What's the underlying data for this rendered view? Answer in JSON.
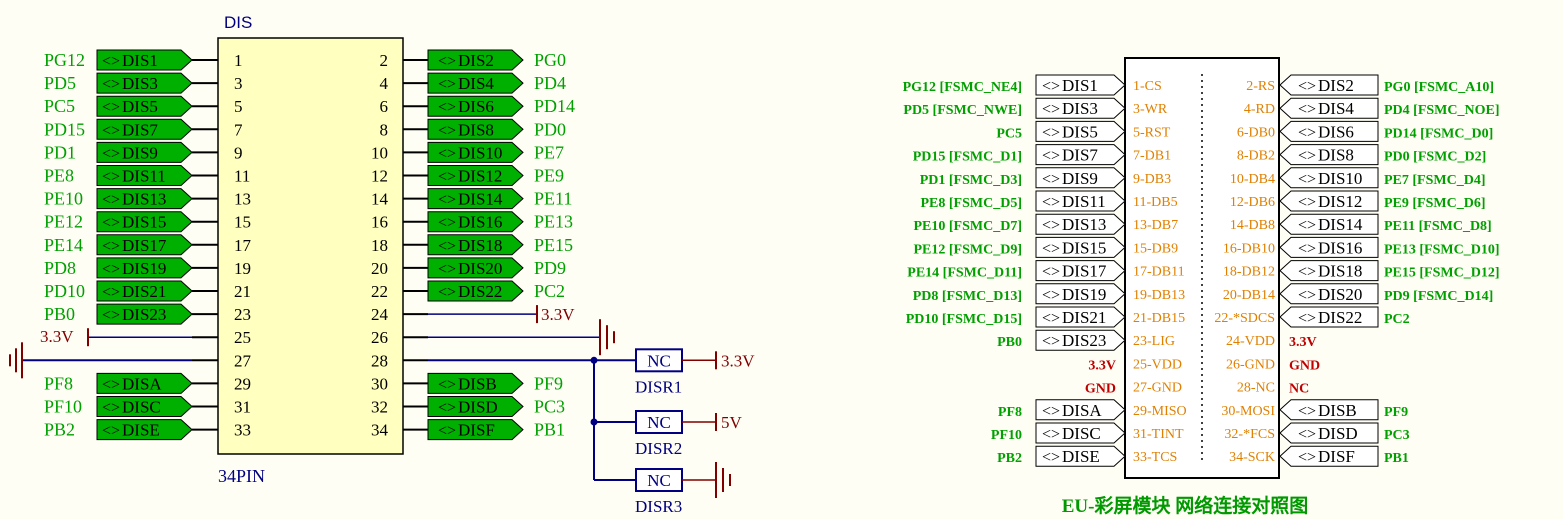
{
  "left": {
    "title": "DIS",
    "footer": "34PIN",
    "rows": [
      {
        "lp": "1",
        "rp": "2",
        "ln": "PG12",
        "lt": "DIS1",
        "rn": "PG0",
        "rt": "DIS2"
      },
      {
        "lp": "3",
        "rp": "4",
        "ln": "PD5",
        "lt": "DIS3",
        "rn": "PD4",
        "rt": "DIS4"
      },
      {
        "lp": "5",
        "rp": "6",
        "ln": "PC5",
        "lt": "DIS5",
        "rn": "PD14",
        "rt": "DIS6"
      },
      {
        "lp": "7",
        "rp": "8",
        "ln": "PD15",
        "lt": "DIS7",
        "rn": "PD0",
        "rt": "DIS8"
      },
      {
        "lp": "9",
        "rp": "10",
        "ln": "PD1",
        "lt": "DIS9",
        "rn": "PE7",
        "rt": "DIS10"
      },
      {
        "lp": "11",
        "rp": "12",
        "ln": "PE8",
        "lt": "DIS11",
        "rn": "PE9",
        "rt": "DIS12"
      },
      {
        "lp": "13",
        "rp": "14",
        "ln": "PE10",
        "lt": "DIS13",
        "rn": "PE11",
        "rt": "DIS14"
      },
      {
        "lp": "15",
        "rp": "16",
        "ln": "PE12",
        "lt": "DIS15",
        "rn": "PE13",
        "rt": "DIS16"
      },
      {
        "lp": "17",
        "rp": "18",
        "ln": "PE14",
        "lt": "DIS17",
        "rn": "PE15",
        "rt": "DIS18"
      },
      {
        "lp": "19",
        "rp": "20",
        "ln": "PD8",
        "lt": "DIS19",
        "rn": "PD9",
        "rt": "DIS20"
      },
      {
        "lp": "21",
        "rp": "22",
        "ln": "PD10",
        "lt": "DIS21",
        "rn": "PC2",
        "rt": "DIS22"
      },
      {
        "lp": "23",
        "rp": "24",
        "ln": "PB0",
        "lt": "DIS23",
        "rn": "",
        "rt": ""
      },
      {
        "lp": "25",
        "rp": "26",
        "ln": "",
        "lt": "",
        "rn": "",
        "rt": ""
      },
      {
        "lp": "27",
        "rp": "28",
        "ln": "",
        "lt": "",
        "rn": "",
        "rt": ""
      },
      {
        "lp": "29",
        "rp": "30",
        "ln": "PF8",
        "lt": "DISA",
        "rn": "PF9",
        "rt": "DISB"
      },
      {
        "lp": "31",
        "rp": "32",
        "ln": "PF10",
        "lt": "DISC",
        "rn": "PC3",
        "rt": "DISD"
      },
      {
        "lp": "33",
        "rp": "34",
        "ln": "PB2",
        "lt": "DISE",
        "rn": "PB1",
        "rt": "DISF"
      }
    ],
    "v33_left": "3.3V",
    "v33_pin24": "3.3V",
    "resistors": [
      {
        "body": "NC",
        "name": "DISR1",
        "power": "3.3V"
      },
      {
        "body": "NC",
        "name": "DISR2",
        "power": "5V"
      },
      {
        "body": "NC",
        "name": "DISR3",
        "power": ""
      }
    ]
  },
  "right": {
    "caption": "EU-彩屏模块 网络连接对照图",
    "rows": [
      {
        "lnet": "PG12 [FSMC_NE4]",
        "ltag": "DIS1",
        "lpin": "1-CS",
        "rpin": "2-RS",
        "rtag": "DIS2",
        "rnet": "PG0 [FSMC_A10]"
      },
      {
        "lnet": "PD5 [FSMC_NWE]",
        "ltag": "DIS3",
        "lpin": "3-WR",
        "rpin": "4-RD",
        "rtag": "DIS4",
        "rnet": "PD4 [FSMC_NOE]"
      },
      {
        "lnet": "PC5",
        "ltag": "DIS5",
        "lpin": "5-RST",
        "rpin": "6-DB0",
        "rtag": "DIS6",
        "rnet": "PD14 [FSMC_D0]"
      },
      {
        "lnet": "PD15 [FSMC_D1]",
        "ltag": "DIS7",
        "lpin": "7-DB1",
        "rpin": "8-DB2",
        "rtag": "DIS8",
        "rnet": "PD0 [FSMC_D2]"
      },
      {
        "lnet": "PD1 [FSMC_D3]",
        "ltag": "DIS9",
        "lpin": "9-DB3",
        "rpin": "10-DB4",
        "rtag": "DIS10",
        "rnet": "PE7 [FSMC_D4]"
      },
      {
        "lnet": "PE8 [FSMC_D5]",
        "ltag": "DIS11",
        "lpin": "11-DB5",
        "rpin": "12-DB6",
        "rtag": "DIS12",
        "rnet": "PE9 [FSMC_D6]"
      },
      {
        "lnet": "PE10 [FSMC_D7]",
        "ltag": "DIS13",
        "lpin": "13-DB7",
        "rpin": "14-DB8",
        "rtag": "DIS14",
        "rnet": "PE11 [FSMC_D8]"
      },
      {
        "lnet": "PE12 [FSMC_D9]",
        "ltag": "DIS15",
        "lpin": "15-DB9",
        "rpin": "16-DB10",
        "rtag": "DIS16",
        "rnet": "PE13 [FSMC_D10]"
      },
      {
        "lnet": "PE14 [FSMC_D11]",
        "ltag": "DIS17",
        "lpin": "17-DB11",
        "rpin": "18-DB12",
        "rtag": "DIS18",
        "rnet": "PE15 [FSMC_D12]"
      },
      {
        "lnet": "PD8 [FSMC_D13]",
        "ltag": "DIS19",
        "lpin": "19-DB13",
        "rpin": "20-DB14",
        "rtag": "DIS20",
        "rnet": "PD9 [FSMC_D14]"
      },
      {
        "lnet": "PD10 [FSMC_D15]",
        "ltag": "DIS21",
        "lpin": "21-DB15",
        "rpin": "22-*SDCS",
        "rtag": "DIS22",
        "rnet": "PC2"
      },
      {
        "lnet": "PB0",
        "ltag": "DIS23",
        "lpin": "23-LIG",
        "rpin": "24-VDD",
        "rtag": "",
        "rnet": "3.3V"
      },
      {
        "lnet": "3.3V",
        "ltag": "",
        "lpin": "25-VDD",
        "rpin": "26-GND",
        "rtag": "",
        "rnet": "GND"
      },
      {
        "lnet": "GND",
        "ltag": "",
        "lpin": "27-GND",
        "rpin": "28-NC",
        "rtag": "",
        "rnet": "NC"
      },
      {
        "lnet": "PF8",
        "ltag": "DISA",
        "lpin": "29-MISO",
        "rpin": "30-MOSI",
        "rtag": "DISB",
        "rnet": "PF9"
      },
      {
        "lnet": "PF10",
        "ltag": "DISC",
        "lpin": "31-TINT",
        "rpin": "32-*FCS",
        "rtag": "DISD",
        "rnet": "PC3"
      },
      {
        "lnet": "PB2",
        "ltag": "DISE",
        "lpin": "33-TCS",
        "rpin": "34-SCK",
        "rtag": "DISF",
        "rnet": "PB1"
      }
    ]
  },
  "colors": {
    "net_green": "#00a000",
    "tag_fill_green": "#00b000",
    "wire_blue": "#000080",
    "power_red": "#800000",
    "pin_orange": "#e08000",
    "power_label_red": "#c00000",
    "chip_fill": "#ffffc0",
    "caption_green": "#009900"
  }
}
